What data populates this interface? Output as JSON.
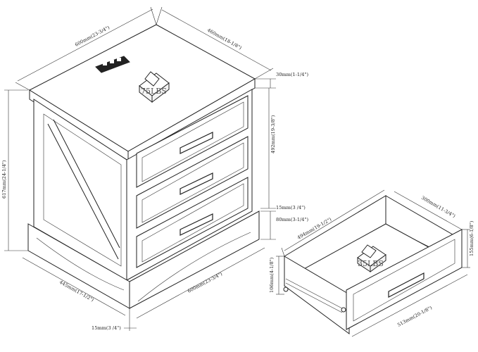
{
  "dimensions": {
    "top_width": "600mm(23-3/4\")",
    "top_depth": "460mm(18-1/8\")",
    "top_thickness": "30mm(1-1/4\")",
    "drawer_zone_height": "492mm(19-3/8\")",
    "total_height": "617mm(24-1/4\")",
    "base_gap": "15mm(3 /4\")",
    "base_height": "80mm(3-1/4\")",
    "base_depth": "445mm(17-1/2\")",
    "base_width": "600mm(23-3/4\")",
    "foot_gap": "15mm(3 /4\")",
    "drawer_depth": "494mm(19-1/2\")",
    "drawer_inner_depth": "300mm(11-3/4\")",
    "drawer_front_height": "155mm(6-1/8\")",
    "drawer_box_height": "106mm(4-1/8\")",
    "drawer_width": "513mm(20-1/8\")"
  },
  "weights": {
    "top_load": "75LBS",
    "drawer_load": "35LBS"
  }
}
